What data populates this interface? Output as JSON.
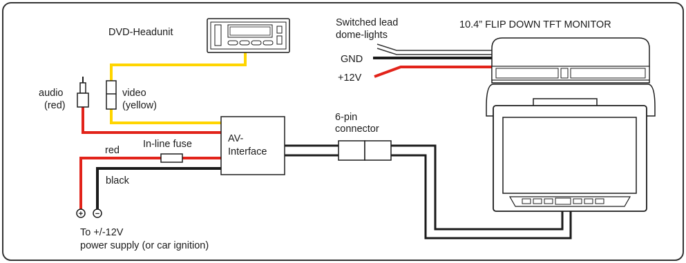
{
  "labels": {
    "headunit": "DVD-Headunit",
    "monitor": "10.4” FLIP DOWN TFT MONITOR",
    "switched_lead_1": "Switched lead",
    "switched_lead_2": "dome-lights",
    "gnd": "GND",
    "plus12v": "+12V",
    "audio_1": "audio",
    "audio_2": "(red)",
    "video_1": "video",
    "video_2": "(yellow)",
    "av_1": "AV-",
    "av_2": "Interface",
    "connector_1": "6-pin",
    "connector_2": "connector",
    "red": "red",
    "fuse": "In-line fuse",
    "black": "black",
    "power_1": "To +/-12V",
    "power_2": "power supply (or car ignition)"
  },
  "symbols": {
    "plus": "+",
    "minus": "−"
  },
  "colors": {
    "wire_black": "#1a1a1a",
    "wire_red": "#e2231a",
    "wire_yellow": "#ffd500",
    "frame": "#333333"
  }
}
